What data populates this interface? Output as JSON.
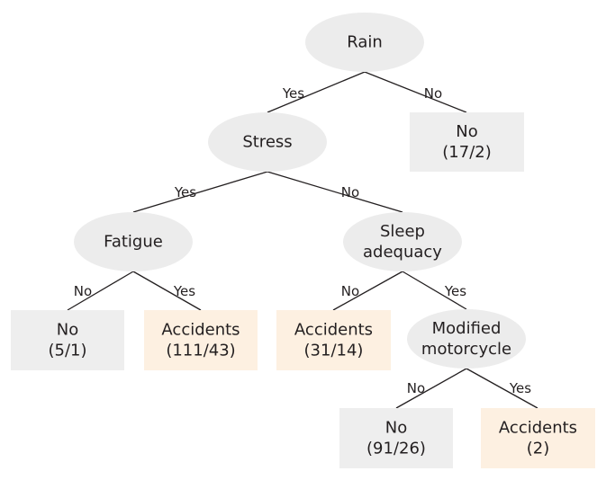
{
  "colors": {
    "decision_fill": "#ececec",
    "leaf_no_fill": "#eeeeee",
    "leaf_accident_fill": "#fdf0e1",
    "line": "#231f20",
    "text": "#231f20"
  },
  "nodes": {
    "rain": {
      "kind": "decision",
      "lines": [
        "Rain"
      ]
    },
    "stress": {
      "kind": "decision",
      "lines": [
        "Stress"
      ]
    },
    "fatigue": {
      "kind": "decision",
      "lines": [
        "Fatigue"
      ]
    },
    "sleep": {
      "kind": "decision",
      "lines": [
        "Sleep",
        "adequacy"
      ]
    },
    "modified": {
      "kind": "decision",
      "lines": [
        "Modified",
        "motorcycle"
      ]
    },
    "leaf_rain_no": {
      "kind": "leaf-no",
      "lines": [
        "No",
        "(17/2)"
      ]
    },
    "leaf_fatigue_no": {
      "kind": "leaf-no",
      "lines": [
        "No",
        "(5/1)"
      ]
    },
    "leaf_fatigue_yes": {
      "kind": "leaf-accident",
      "lines": [
        "Accidents",
        "(111/43)"
      ]
    },
    "leaf_sleep_no": {
      "kind": "leaf-accident",
      "lines": [
        "Accidents",
        "(31/14)"
      ]
    },
    "leaf_modified_no": {
      "kind": "leaf-no",
      "lines": [
        "No",
        "(91/26)"
      ]
    },
    "leaf_modified_yes": {
      "kind": "leaf-accident",
      "lines": [
        "Accidents",
        "(2)"
      ]
    }
  },
  "edges": [
    {
      "from": "rain",
      "to": "stress",
      "label": "Yes"
    },
    {
      "from": "rain",
      "to": "leaf_rain_no",
      "label": "No"
    },
    {
      "from": "stress",
      "to": "fatigue",
      "label": "Yes"
    },
    {
      "from": "stress",
      "to": "sleep",
      "label": "No"
    },
    {
      "from": "fatigue",
      "to": "leaf_fatigue_no",
      "label": "No"
    },
    {
      "from": "fatigue",
      "to": "leaf_fatigue_yes",
      "label": "Yes"
    },
    {
      "from": "sleep",
      "to": "leaf_sleep_no",
      "label": "No"
    },
    {
      "from": "sleep",
      "to": "modified",
      "label": "Yes"
    },
    {
      "from": "modified",
      "to": "leaf_modified_no",
      "label": "No"
    },
    {
      "from": "modified",
      "to": "leaf_modified_yes",
      "label": "Yes"
    }
  ]
}
